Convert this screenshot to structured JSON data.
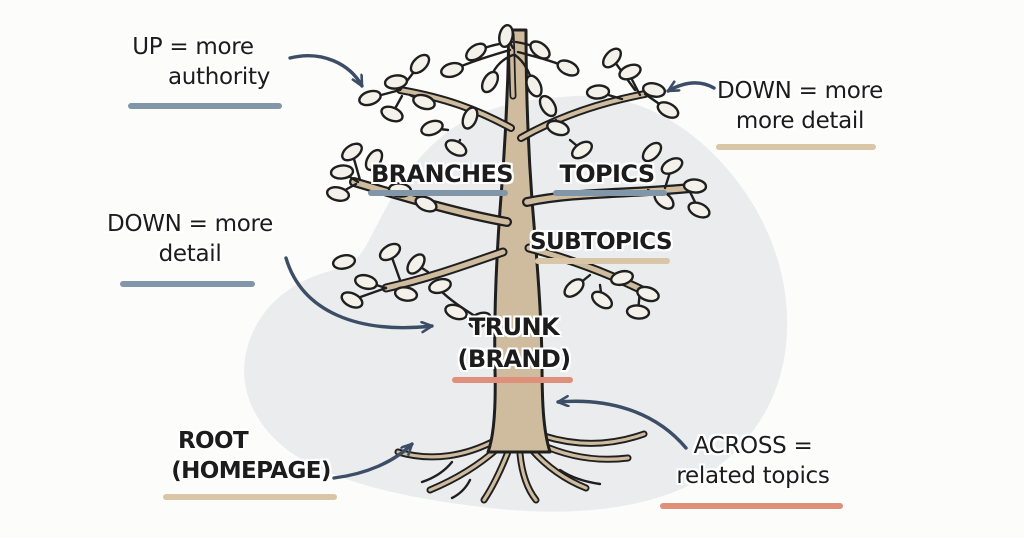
{
  "title": "Website structure tree metaphor sketch",
  "palette": {
    "ink": "#1c1c1c",
    "arrow": "#3c4d66",
    "blue_underline": "#8296a9",
    "tan_underline": "#d9c6a6",
    "salmon_underline": "#e08f7a",
    "trunk_fill": "#cfbc9e",
    "leaf_fill": "#f3f1ea",
    "blob_fill": "#ebecee",
    "background": "#fcfcfb"
  },
  "annotations": {
    "up_authority": {
      "line1": "UP = more",
      "line2": "authority"
    },
    "down_detail_right": {
      "line1": "DOWN = more",
      "line2": "more detail"
    },
    "down_detail_left": {
      "line1": "DOWN = more",
      "line2": "detail"
    },
    "root_homepage": {
      "line1": "ROOT",
      "line2": "(HOMEPAGE)"
    },
    "across_related": {
      "line1": "ACROSS =",
      "line2": "related topics"
    }
  },
  "tree_labels": {
    "branches": "BRANCHES",
    "topics": "TOPICS",
    "subtopics": "SUBTOPICS",
    "trunk_line1": "TRUNK",
    "trunk_line2": "(BRAND)"
  }
}
